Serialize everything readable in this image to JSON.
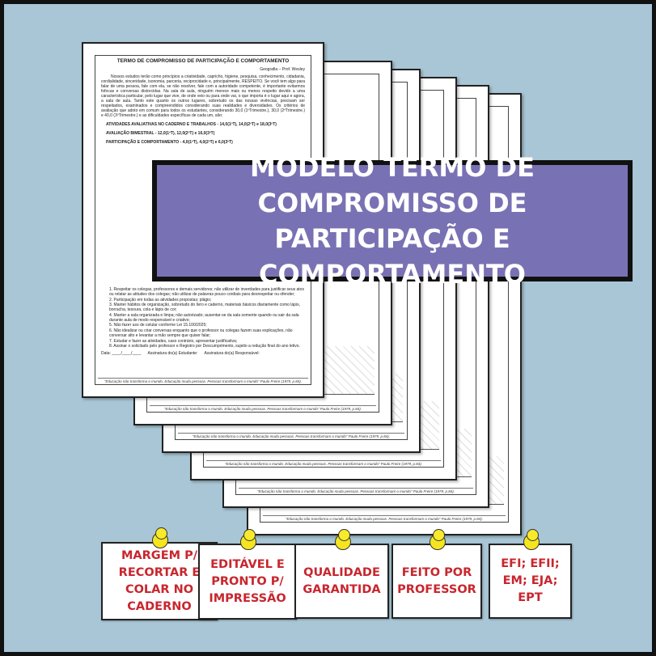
{
  "document": {
    "title": "TERMO DE COMPROMISSO DE PARTICIPAÇÃO E COMPORTAMENTO",
    "author": "Geografia – Prof. Wesley",
    "intro": "Nossos estudos terão como princípios a criatividade, capricho, higiene, pesquisa, conhecimento, cidadania, cordialidade, sinceridade, isonomia, parceria, reciprocidade e, principalmente, RESPEITO. Se você tem algo para falar de uma pessoa, fale com ela, se não resolver, fale com a autoridade competente, é importante evitarmos fofocas e conversas distorcidas. Na sala de aula, ninguém merece mais ou menos respeito devido a uma característica particular, pelo lugar que vive, de onde veio ou para onde vai, o que importa é o lugar aqui e agora, a sala de aula. Tanto este quanto os outros lugares, sobretudo os das nossas vivências, precisam ser respeitados, examinados e compreendidos considerando suas realidades e diversidades. Os critérios de avaliação que adoto em comum para todos os estudantes, considerando 30,0 (1ºTrimestre.), 30,0 (2ºTrimestre.) e 40,0 (3ºTrimestre.) e as dificuldades específicas de cada um, são:",
    "sections": [
      "ATIVIDADES AVALIATIVAS NO CADERNO E TRABALHOS - 14,0(1ºT), 14,0(2ºT) e 18,0(3ºT)",
      "AVALIAÇÃO BIMESTRAL - 12,0(1ºT), 12,0(2ºT) e 16,0(3ºT)",
      "PARTICIPAÇÃO E COMPORTAMENTO - 4,0(1ºT), 4,0(2ºT) e 6,0(3ºT)"
    ],
    "items": [
      "1. Respeitar os colegas, professores e demais servidores; não utilizar de inverdades para justificar seus atos ou relatar as atitudes dos colegas; não utilizar de palavras pouco cordiais para desrespeitar ou ofender;",
      "2. Participação em todas as atividades propostas; plágio;",
      "3. Manter hábitos de organização, sobretudo do livro e caderno, materiais básicos diariamente como lápis, borracha, tesoura, cola e lápis de cor;",
      "4. Manter a sala organizada e limpa; não autorizado; ausentar-se da sala somente quando ou sair da sala durante aula de modo responsável e criativo;",
      "5. Não fazer uso de celular conforme Lei 15.100/2025;",
      "6. Não idealizar ou criar conversas enquanto que o professor ou colegas fazem suas explicações, não conversar alto e levantar a mão sempre que quiser falar;",
      "7. Estudar e fazer as atividades, caso contrário, apresentar justificativa;",
      "8. Assinar o solicitado pelo professor e Registro por Descumprimento, sujeito a redução final do ano letivo."
    ],
    "date_label": "Data: ____/____/____",
    "student_sig": "Assinatura do(a) Estudante:",
    "guardian_sig": "Assinatura do(a) Responsável:",
    "quote": "\"Educação não transforma o mundo. Educação muda pessoas. Pessoas transformam o mundo\" Paulo Freire (1979, p.84)."
  },
  "banner": {
    "title": "MODELO TERMO DE COMPROMISSO DE PARTICIPAÇÃO E COMPORTAMENTO"
  },
  "notes": [
    "MARGEM P/ RECORTAR E COLAR NO CADERNO",
    "EDITÁVEL E PRONTO P/ IMPRESSÃO",
    "QUALIDADE GARANTIDA",
    "FEITO POR PROFESSOR",
    "EFI; EFII; EM; EJA; EPT"
  ],
  "colors": {
    "background": "#a8c6d5",
    "banner": "#7872b4",
    "note_text": "#c8262e",
    "pin": "#f5e51f"
  }
}
